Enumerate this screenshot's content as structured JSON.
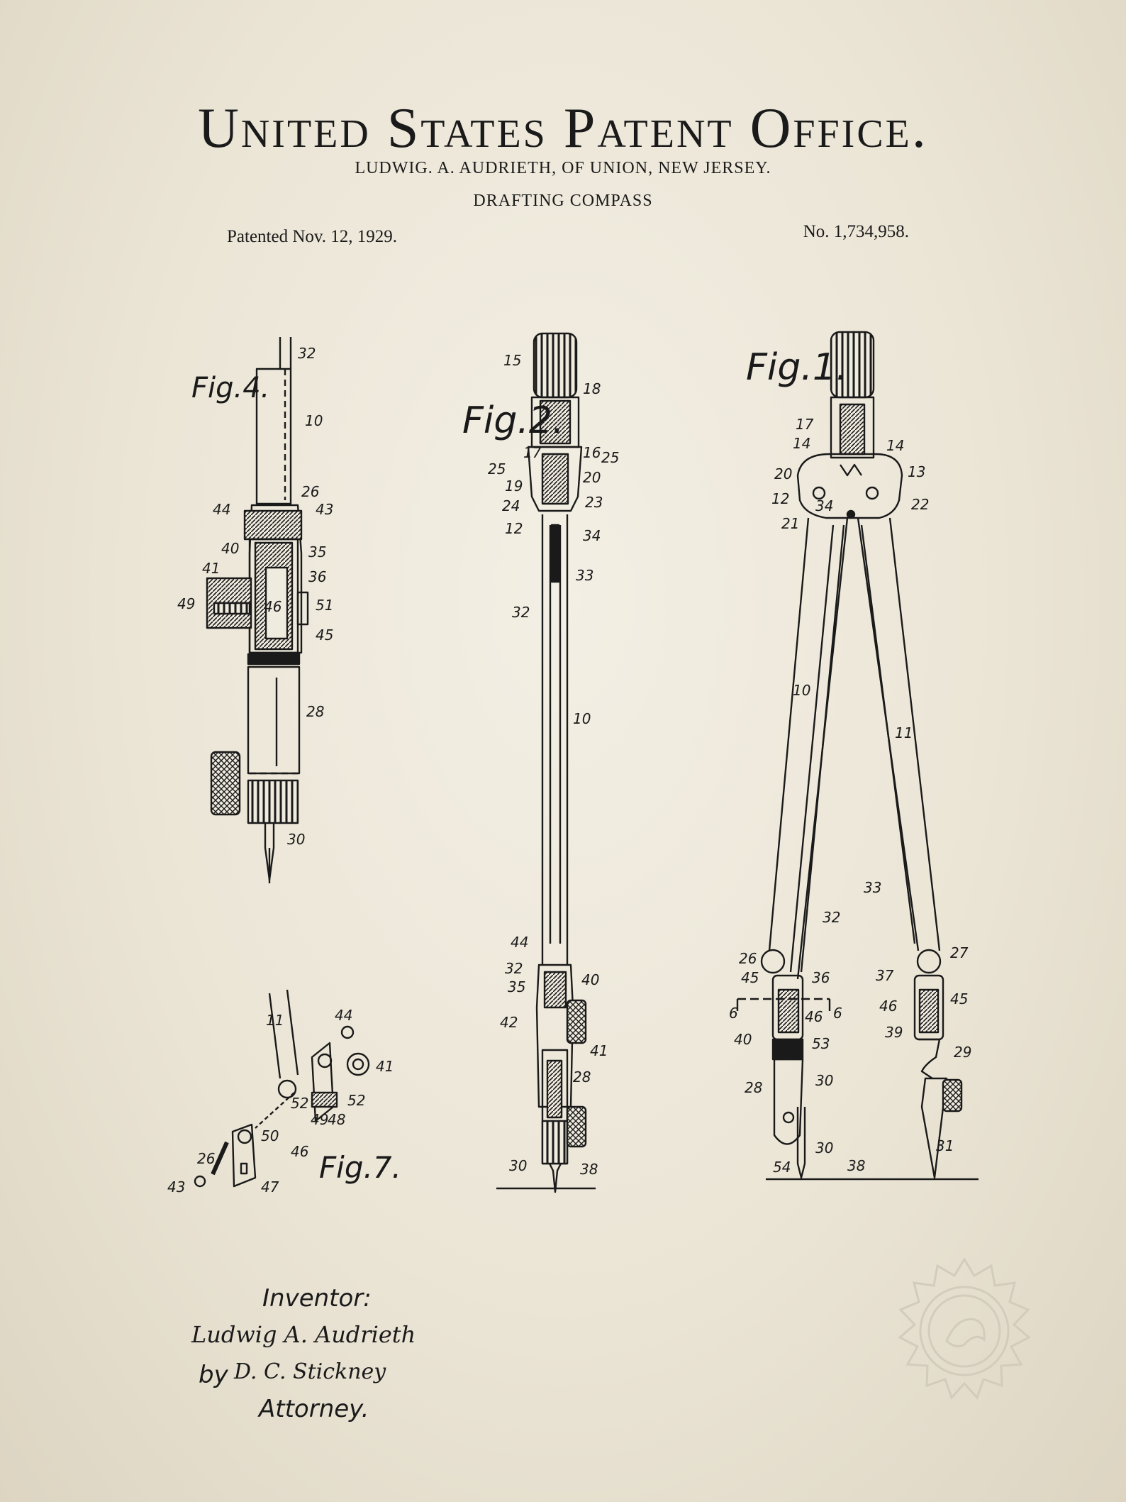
{
  "header": {
    "office": "United States Patent Office.",
    "inventor_line": "LUDWIG. A. AUDRIETH, OF UNION, NEW JERSEY.",
    "title": "DRAFTING COMPASS",
    "patented": "Patented Nov. 12, 1929.",
    "number": "No. 1,734,958."
  },
  "figures": {
    "fig1": "Fig.1.",
    "fig2": "Fig.2.",
    "fig4": "Fig.4.",
    "fig7": "Fig.7."
  },
  "signature": {
    "inventor_label": "Inventor:",
    "inventor_name": "Ludwig A. Audrieth",
    "by": "by",
    "attorney_name": "D. C. Stickney",
    "attorney_label": "Attorney."
  },
  "colors": {
    "ink": "#1a1a1a",
    "paper": "#f0ebdf"
  }
}
